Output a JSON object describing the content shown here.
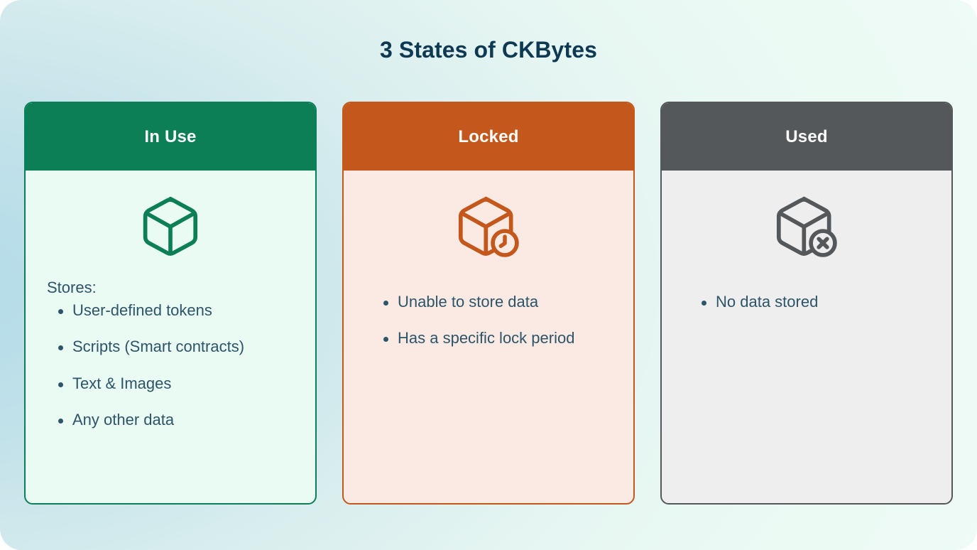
{
  "page": {
    "title": "3 States of CKBytes",
    "background_from": "#b2dbe8",
    "background_to": "#eefbf6",
    "text_color": "#2d5469",
    "title_color": "#0d3a52"
  },
  "cards": [
    {
      "id": "in-use",
      "header_label": "In Use",
      "accent_color": "#0d7f57",
      "body_color": "#e9fbf3",
      "icon": "cube-icon",
      "intro": "Stores:",
      "bullets": [
        "User-defined tokens",
        "Scripts (Smart contracts)",
        "Text & Images",
        "Any other data"
      ]
    },
    {
      "id": "locked",
      "header_label": "Locked",
      "accent_color": "#c4581c",
      "body_color": "#faeae3",
      "icon": "cube-clock-icon",
      "intro": "",
      "bullets": [
        "Unable to store data",
        "Has a specific lock period"
      ]
    },
    {
      "id": "used",
      "header_label": "Used",
      "accent_color": "#54585b",
      "body_color": "#eeeeee",
      "icon": "cube-x-icon",
      "intro": "",
      "bullets": [
        "No data stored"
      ]
    }
  ]
}
